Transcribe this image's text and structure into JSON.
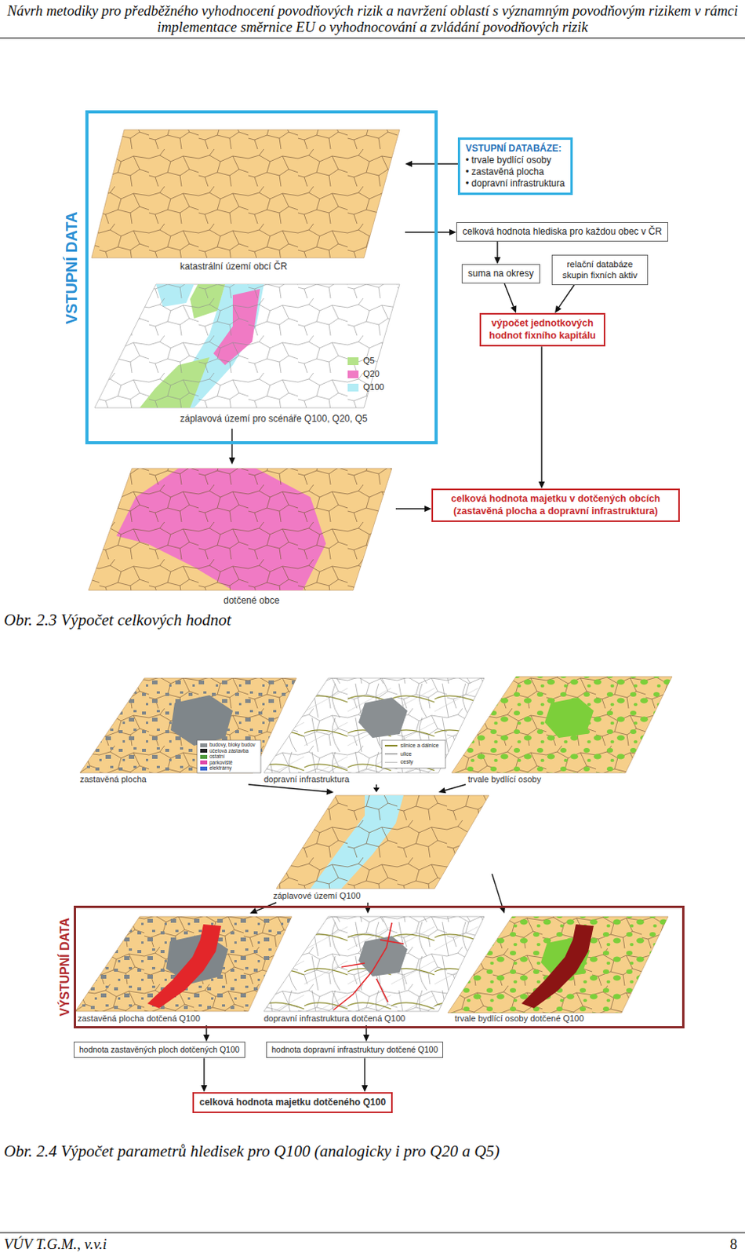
{
  "diagram": {
    "caption": "Obr. 2.4 Výpočet parametrů hledisek pro Q100 (analogicky i pro Q20 a Q5)",
    "nodes": [
      {
        "text": [
          "VSTUPNÍ DATA"
        ]
      },
      {
        "text": [
          "katastrální území obcí ČR"
        ],
        "in": 0
      },
      {
        "text": [
          "záplavová území pro scénáře Q100, Q20, Q5"
        ],
        "in": 0
      },
      {
        "text": [
          "VSTUPNÍ DATABÁZE:",
          "• trvale bydlící osoby",
          "• zastavěná plocha",
          "• dopravní infrastruktura"
        ]
      },
      {
        "text": [
          "celková hodnota hlediska pro každou obec v ČR"
        ]
      },
      {
        "text": [
          "suma na okresy"
        ]
      },
      {
        "text": [
          "relační databáze skupin fixních aktiv"
        ]
      },
      {
        "text": [
          "výpočet jednotkových hodnot fixního kapitálu"
        ]
      },
      {
        "text": [
          "dotčené obce"
        ]
      },
      {
        "text": [
          "celková hodnota majetku v dotčených obcích (zastavěná plocha a dopravní infrastruktura)"
        ]
      },
      {
        "text": [
          "zastavěná plocha"
        ]
      },
      {
        "text": [
          "dopravní infrastruktura"
        ]
      },
      {
        "text": [
          "trvale bydlící osoby"
        ]
      },
      {
        "text": [
          "záplavové území Q100"
        ]
      },
      {
        "text": [
          "VÝSTUPNÍ DATA"
        ]
      },
      {
        "text": [
          "zastavěná plocha dotčená Q100"
        ],
        "in": 14
      },
      {
        "text": [
          "dopravní infrastruktura dotčená Q100"
        ],
        "in": 14
      },
      {
        "text": [
          "trvale bydlící osoby dotčené Q100"
        ],
        "in": 14
      },
      {
        "text": [
          "hodnota zastavěných ploch dotčených Q100"
        ]
      },
      {
        "text": [
          "hodnota dopravní infrastruktury dotčené Q100"
        ]
      },
      {
        "text": [
          "celková hodnota majetku dotčeného Q100"
        ]
      }
    ],
    "edges": [
      {
        "from": 3,
        "to": 1,
        "arrow": "to"
      },
      {
        "from": 1,
        "to": 4,
        "arrow": "to"
      },
      {
        "from": 4,
        "to": 5,
        "arrow": "to"
      },
      {
        "from": 5,
        "to": 7,
        "arrow": "to"
      },
      {
        "from": 6,
        "to": 7,
        "arrow": "to"
      },
      {
        "from": 7,
        "to": 9,
        "arrow": "to"
      },
      {
        "from": 2,
        "to": 8,
        "arrow": "to"
      },
      {
        "from": 8,
        "to": 9,
        "arrow": "to"
      },
      {
        "from": 10,
        "to": 13,
        "arrow": "to"
      },
      {
        "from": 11,
        "to": 13,
        "arrow": "to"
      },
      {
        "from": 12,
        "to": 13,
        "arrow": "to"
      },
      {
        "from": 13,
        "to": 15,
        "arrow": "to"
      },
      {
        "from": 13,
        "to": 16,
        "arrow": "to"
      },
      {
        "from": 13,
        "to": 17,
        "arrow": "to"
      },
      {
        "from": 15,
        "to": 18,
        "arrow": "to"
      },
      {
        "from": 16,
        "to": 19,
        "arrow": "to"
      },
      {
        "from": 18,
        "to": 20,
        "arrow": "to"
      },
      {
        "from": 19,
        "to": 20,
        "arrow": "to"
      }
    ],
    "labels": [
      "Návrh metodiky pro předběžného vyhodnocení povodňových rizik a navržení oblastí s významným povodňovým rizikem v rámci implementace směrnice EU o vyhodnocování a zvládání povodňových rizik",
      "Obr. 2.3 Výpočet celkových hodnot",
      "VÚV T.G.M., v.v.i",
      "8"
    ],
    "legend": [
      {
        "text": "Q5",
        "color": "#b5e38a"
      },
      {
        "text": "Q20",
        "color": "#f07ac4"
      },
      {
        "text": "Q100",
        "color": "#b3ecf5"
      },
      {
        "text": "budovy, bloky budov",
        "color": "#8a8f92"
      },
      {
        "text": "účelová zástavba",
        "color": "#222222"
      },
      {
        "text": "ostatní",
        "color": "#4f9a3a"
      },
      {
        "text": "parkoviště",
        "color": "#e048a8"
      },
      {
        "text": "elektrárny",
        "color": "#3a66d0"
      },
      {
        "text": "silnice a dálnice"
      },
      {
        "text": "ulice"
      },
      {
        "text": "cesty"
      }
    ]
  }
}
